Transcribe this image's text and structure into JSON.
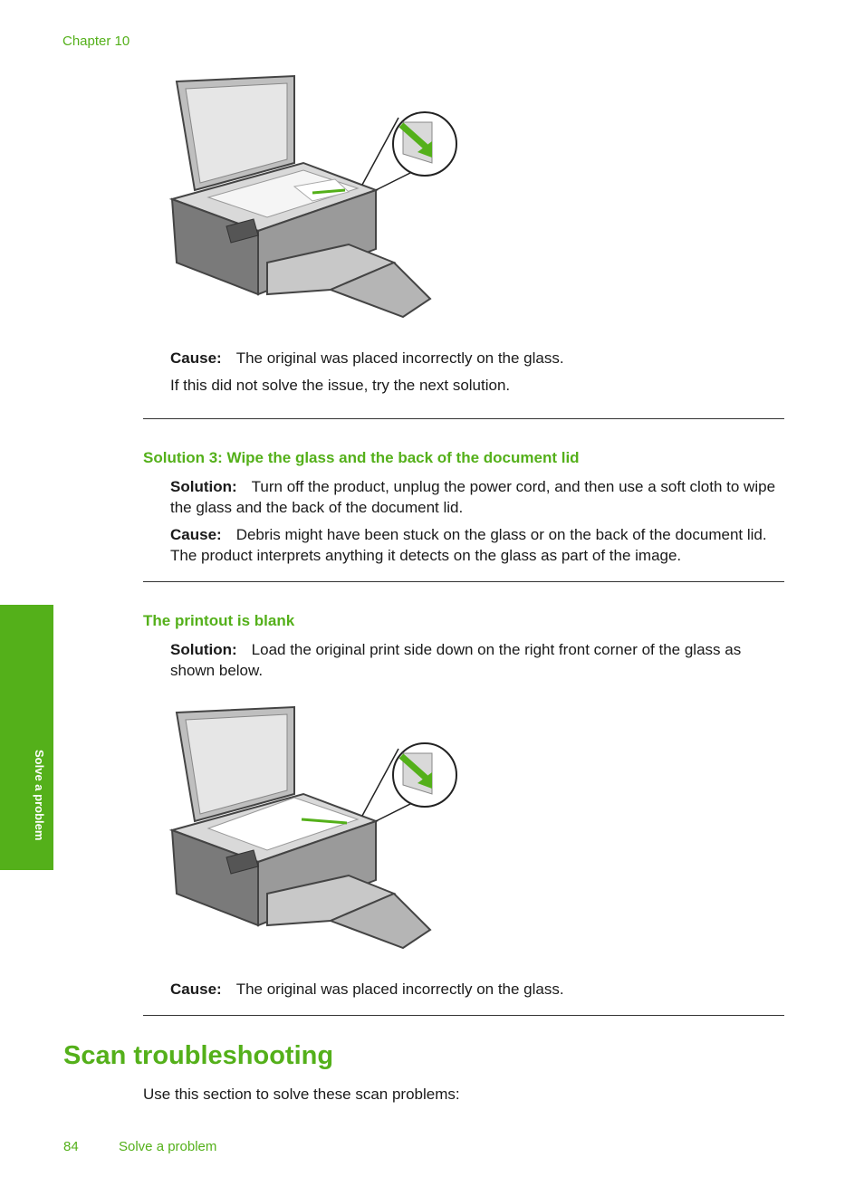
{
  "header": {
    "chapter": "Chapter 10"
  },
  "section1": {
    "cause_label": "Cause:",
    "cause_text": "The original was placed incorrectly on the glass.",
    "followup": "If this did not solve the issue, try the next solution."
  },
  "solution3": {
    "heading": "Solution 3: Wipe the glass and the back of the document lid",
    "solution_label": "Solution:",
    "solution_text": "Turn off the product, unplug the power cord, and then use a soft cloth to wipe the glass and the back of the document lid.",
    "cause_label": "Cause:",
    "cause_text": "Debris might have been stuck on the glass or on the back of the document lid. The product interprets anything it detects on the glass as part of the image."
  },
  "blank": {
    "heading": "The printout is blank",
    "solution_label": "Solution:",
    "solution_text": "Load the original print side down on the right front corner of the glass as shown below.",
    "cause_label": "Cause:",
    "cause_text": "The original was placed incorrectly on the glass."
  },
  "scan": {
    "heading": "Scan troubleshooting",
    "intro": "Use this section to solve these scan problems:"
  },
  "sidetab": {
    "label": "Solve a problem"
  },
  "footer": {
    "page_number": "84",
    "section": "Solve a problem"
  },
  "colors": {
    "accent": "#54b01a"
  }
}
